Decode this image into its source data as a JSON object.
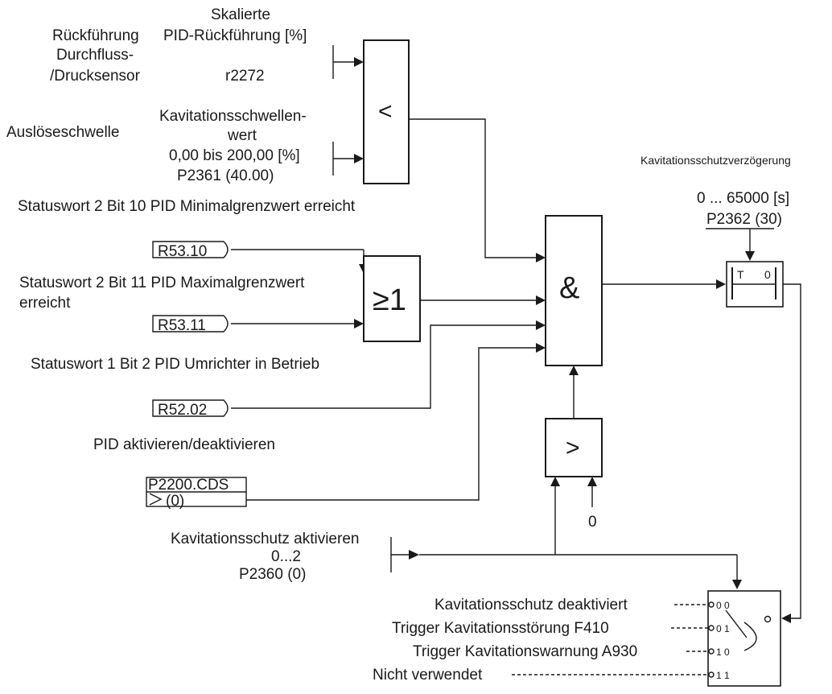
{
  "inputs": {
    "feedback_label_1": "Rückführung",
    "feedback_label_2": "Durchfluss-",
    "feedback_label_3": "/Drucksensor",
    "scaled_label_1": "Skalierte",
    "scaled_label_2": "PID-Rückführung [%]",
    "scaled_param": "r2272",
    "threshold_label": "Auslöseschwelle",
    "cav_threshold_1": "Kavitationsschwellen-",
    "cav_threshold_2": "wert",
    "cav_threshold_range": "0,00 bis 200,00 [%]",
    "cav_threshold_param": "P2361 (40.00)",
    "status_min": "Statuswort 2 Bit 10 PID Minimalgrenzwert erreicht",
    "r53_10": "R53.10",
    "status_max_1": "Statuswort 2 Bit 11 PID Maximalgrenzwert",
    "status_max_2": "erreicht",
    "r53_11": "R53.11",
    "status_running": "Statuswort 1 Bit 2 PID Umrichter in Betrieb",
    "r52_02": "R52.02",
    "pid_enable": "PID aktivieren/deaktivieren",
    "p2200": "P2200.CDS",
    "p2200_val": "(0)",
    "cav_enable": "Kavitationsschutz aktivieren",
    "cav_enable_range": "0...2",
    "cav_enable_param": "P2360 (0)",
    "zero_const": "0"
  },
  "blocks": {
    "less_than": "<",
    "or_gate": "≥1",
    "and_gate": "&",
    "greater_than": ">",
    "timer_t": "T",
    "timer_0": "0"
  },
  "delay": {
    "title": "Kavitationsschutzverzögerung",
    "range": "0 ... 65000 [s]",
    "param": "P2362 (30)"
  },
  "selector": {
    "options": [
      {
        "label": "Kavitationsschutz deaktiviert",
        "code": "0 0"
      },
      {
        "label": "Trigger Kavitationsstörung F410",
        "code": "0 1"
      },
      {
        "label": "Trigger Kavitationswarnung A930",
        "code": "1 0"
      },
      {
        "label": "Nicht verwendet",
        "code": "1 1"
      }
    ]
  }
}
